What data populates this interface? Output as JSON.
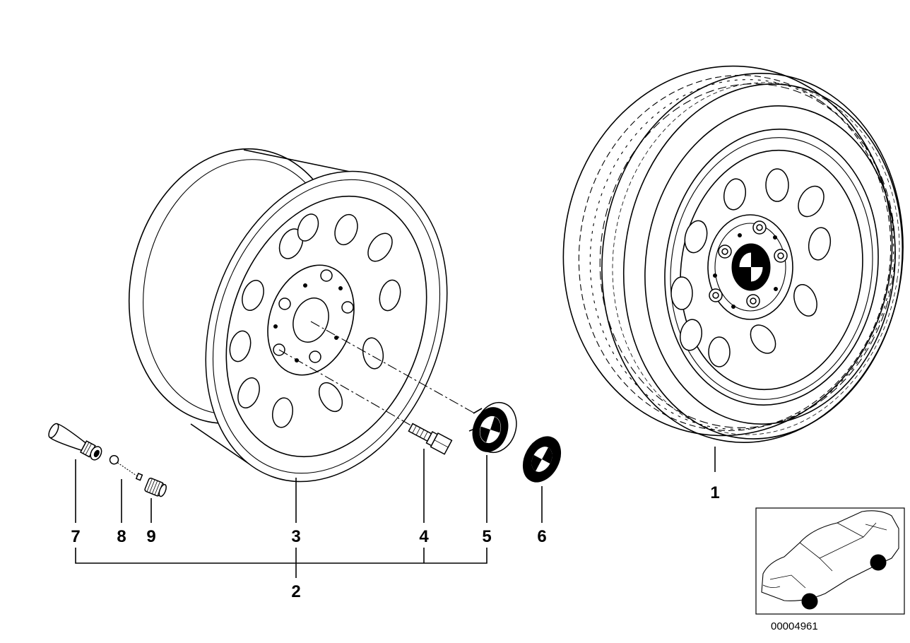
{
  "diagram": {
    "callouts": [
      "1",
      "2",
      "3",
      "4",
      "5",
      "6",
      "7",
      "8",
      "9"
    ],
    "doc_number": "00004961",
    "icons": [
      "wheel-assembly-icon",
      "steel-rim-icon",
      "wheel-bolt-icon",
      "hub-cap-icon",
      "emblem-icon",
      "valve-stem-icon",
      "valve-core-icon",
      "valve-cap-icon",
      "car-location-thumbnail"
    ],
    "colors": {
      "line": "#000000",
      "background": "#ffffff"
    }
  }
}
